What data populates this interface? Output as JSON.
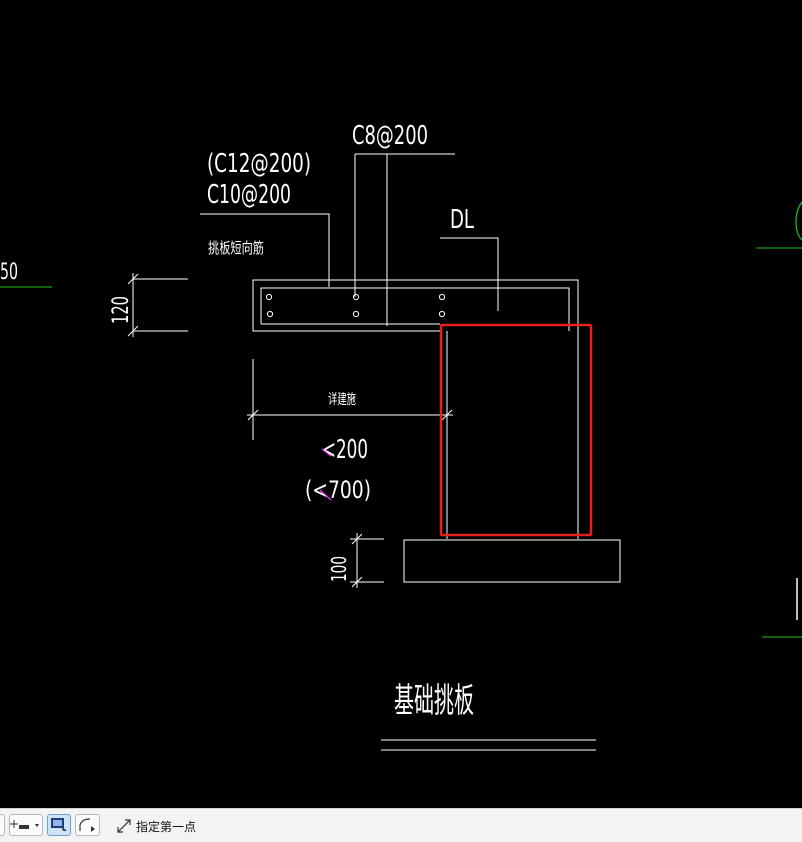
{
  "drawing": {
    "labels": {
      "stirrup": "C8@200",
      "alt_distribution": "(C12@200)",
      "distribution": "C10@200",
      "beam_tag": "DL",
      "rebar_note": "挑板短向筋",
      "dim_thickness": "120",
      "dim_anchor_note": "详建施",
      "dim_width_1": "<200",
      "dim_width_2": "(<700)",
      "dim_pad": "100",
      "left_edge_text": "50",
      "title": "基础挑板"
    },
    "colors": {
      "background": "#000000",
      "line": "#ffffff",
      "highlight": "#e8201a",
      "green": "#1fbf1f",
      "magenta": "#ff33ff"
    }
  },
  "statusbar": {
    "prompt_text": "指定第一点",
    "icons": {
      "tool_1": "partial-button-icon",
      "tool_2": "insert-point-dropdown-icon",
      "tool_3": "screen-select-icon",
      "tool_4": "polyline-arc-icon",
      "prompt": "diagonal-arrows-icon"
    }
  }
}
